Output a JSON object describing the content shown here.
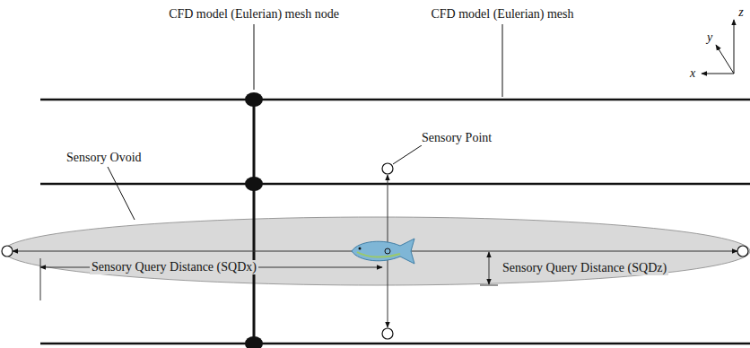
{
  "diagram": {
    "labels": [
      "CFD model (Eulerian) mesh node",
      "CFD model (Eulerian) mesh",
      "Sensory Ovoid",
      "Sensory Point",
      "Sensory Query Distance (SQDx)",
      "Sensory Query Distance (SQDz)",
      "z",
      "y",
      "x"
    ]
  }
}
